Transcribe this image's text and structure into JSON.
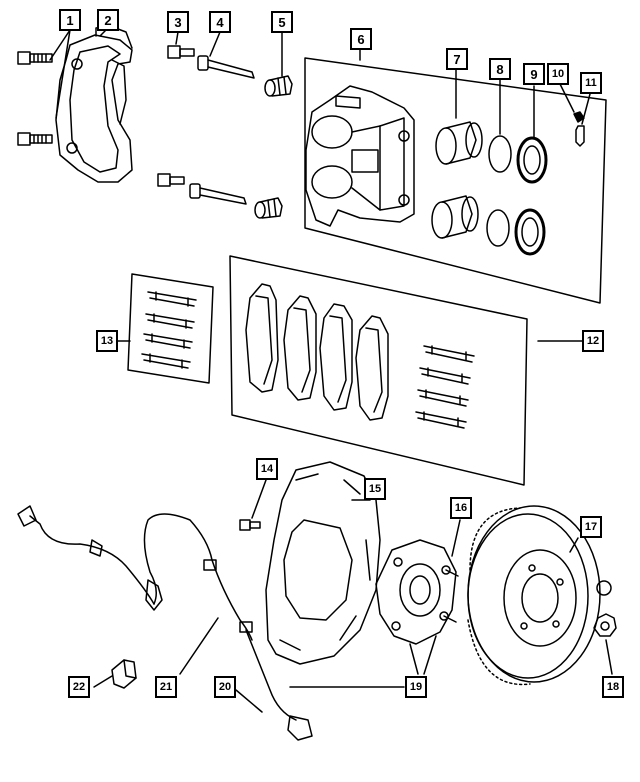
{
  "callouts": [
    {
      "id": "c1",
      "label": "1"
    },
    {
      "id": "c2",
      "label": "2"
    },
    {
      "id": "c3",
      "label": "3"
    },
    {
      "id": "c4",
      "label": "4"
    },
    {
      "id": "c5",
      "label": "5"
    },
    {
      "id": "c6",
      "label": "6"
    },
    {
      "id": "c7",
      "label": "7"
    },
    {
      "id": "c8",
      "label": "8"
    },
    {
      "id": "c9",
      "label": "9"
    },
    {
      "id": "c10",
      "label": "10"
    },
    {
      "id": "c11",
      "label": "11"
    },
    {
      "id": "c12",
      "label": "12"
    },
    {
      "id": "c13",
      "label": "13"
    },
    {
      "id": "c14",
      "label": "14"
    },
    {
      "id": "c15",
      "label": "15"
    },
    {
      "id": "c16",
      "label": "16"
    },
    {
      "id": "c17",
      "label": "17"
    },
    {
      "id": "c18",
      "label": "18"
    },
    {
      "id": "c19",
      "label": "19"
    },
    {
      "id": "c20",
      "label": "20"
    },
    {
      "id": "c21",
      "label": "21"
    },
    {
      "id": "c22",
      "label": "22"
    }
  ],
  "colors": {
    "line": "#000000",
    "background": "#ffffff"
  }
}
